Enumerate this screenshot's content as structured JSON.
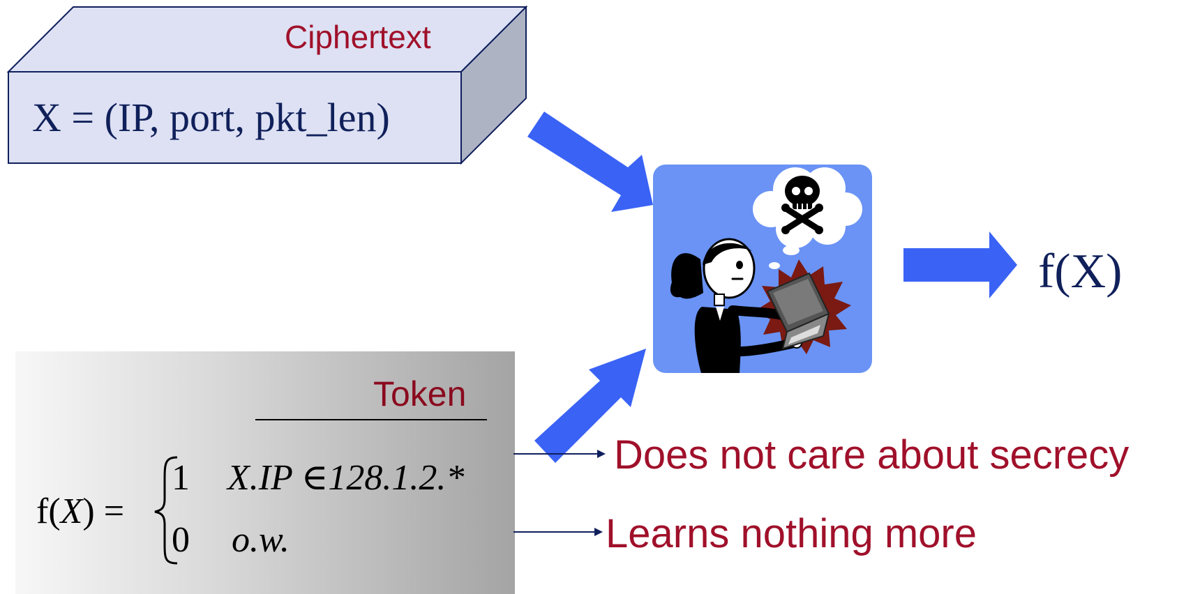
{
  "ciphertext": {
    "title": "Ciphertext",
    "content": "X = (IP, port, pkt_len)"
  },
  "token": {
    "title": "Token",
    "formula": {
      "lhs": "f(X) =",
      "cases": [
        {
          "value": "1",
          "condition": "X.IP ∈128.1.2.*"
        },
        {
          "value": "0",
          "condition": "o.w."
        }
      ]
    }
  },
  "server": {
    "icon": "attacker-with-laptop",
    "thought_icon": "skull-crossbones-icon"
  },
  "output": {
    "label": "f(X)"
  },
  "notes": [
    {
      "text": "Does not care about secrecy"
    },
    {
      "text": "Learns nothing more"
    }
  ],
  "colors": {
    "arrow": "#3a63f5",
    "server_bg": "#6a93f5",
    "box_face": "#dde1f3",
    "box_side": "#aeb3c4",
    "box_border": "#0f1f5c",
    "title_red": "#a0102a",
    "math_navy": "#10205a"
  }
}
